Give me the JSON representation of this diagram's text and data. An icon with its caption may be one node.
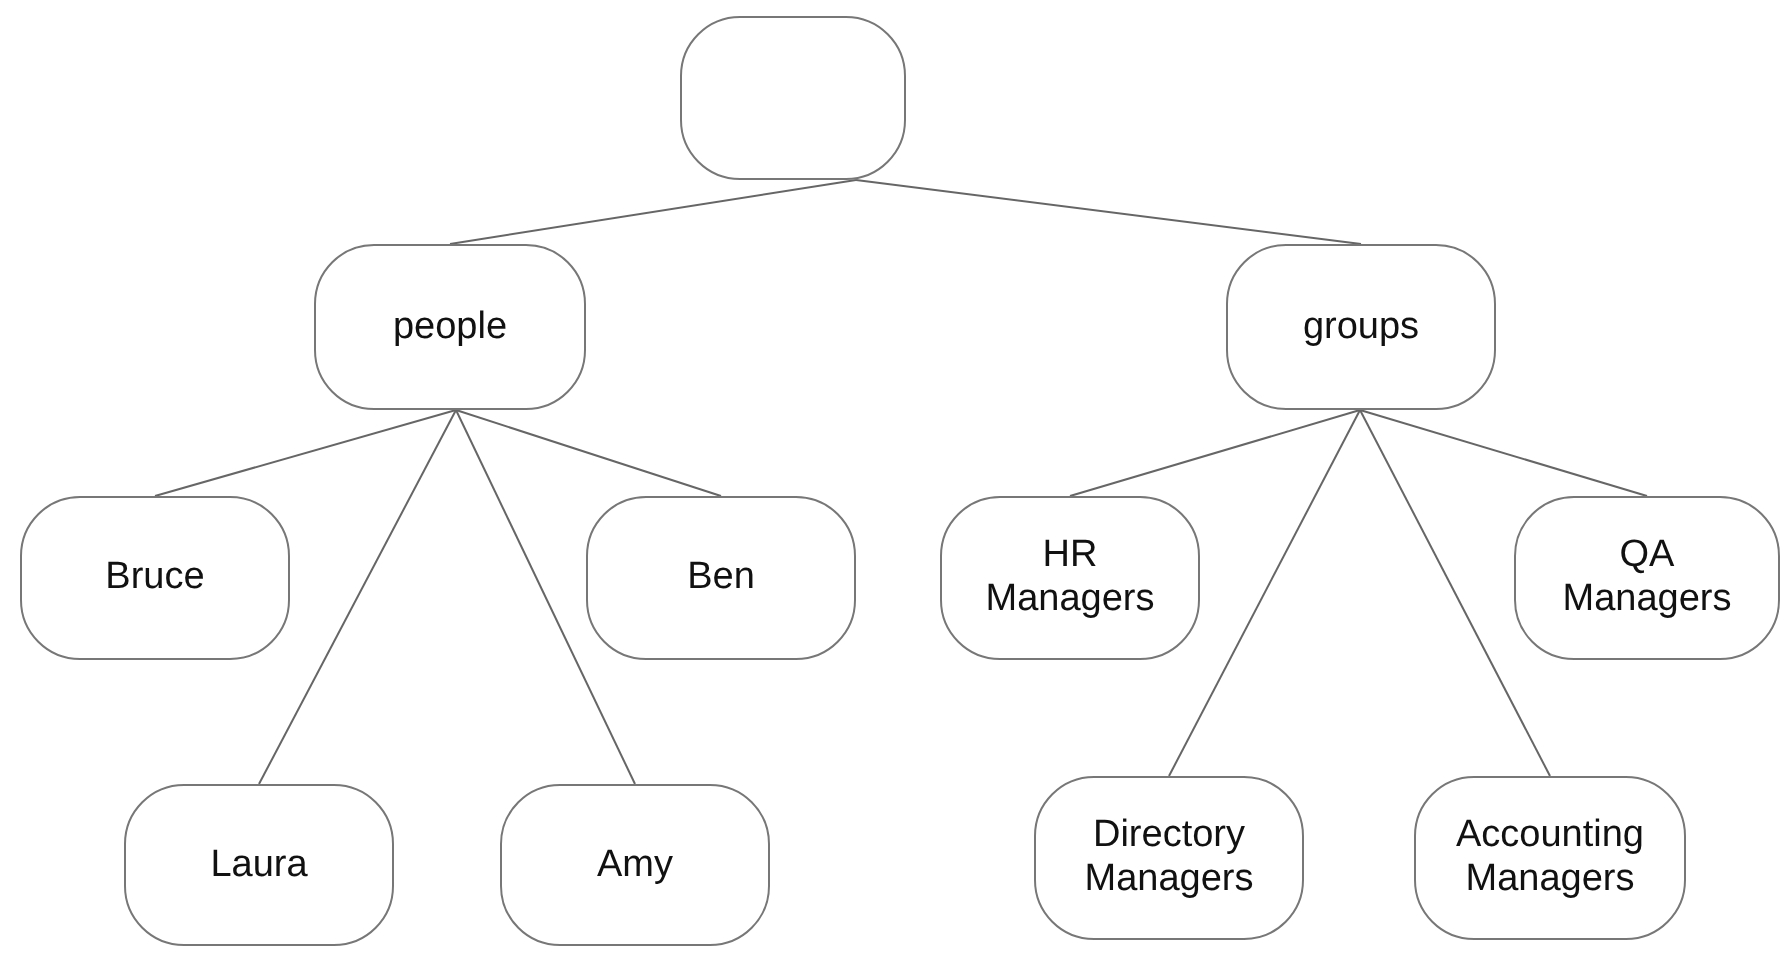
{
  "diagram": {
    "nodes": [
      {
        "text": [],
        "shape": "box"
      },
      {
        "text": [
          "people"
        ]
      },
      {
        "text": [
          "groups"
        ]
      },
      {
        "text": [
          "Bruce"
        ]
      },
      {
        "text": [
          "Ben"
        ]
      },
      {
        "text": [
          "Laura"
        ]
      },
      {
        "text": [
          "Amy"
        ]
      },
      {
        "text": [
          "HR Managers"
        ]
      },
      {
        "text": [
          "QA Managers"
        ]
      },
      {
        "text": [
          "Directory Managers"
        ]
      },
      {
        "text": [
          "Accounting Managers"
        ]
      }
    ],
    "edges": [
      {
        "from": 0,
        "to": 1,
        "arrow": "none"
      },
      {
        "from": 0,
        "to": 2,
        "arrow": "none"
      },
      {
        "from": 1,
        "to": 3,
        "arrow": "none"
      },
      {
        "from": 1,
        "to": 4,
        "arrow": "none"
      },
      {
        "from": 1,
        "to": 5,
        "arrow": "none"
      },
      {
        "from": 1,
        "to": 6,
        "arrow": "none"
      },
      {
        "from": 2,
        "to": 7,
        "arrow": "none"
      },
      {
        "from": 2,
        "to": 8,
        "arrow": "none"
      },
      {
        "from": 2,
        "to": 9,
        "arrow": "none"
      },
      {
        "from": 2,
        "to": 10,
        "arrow": "none"
      }
    ]
  }
}
